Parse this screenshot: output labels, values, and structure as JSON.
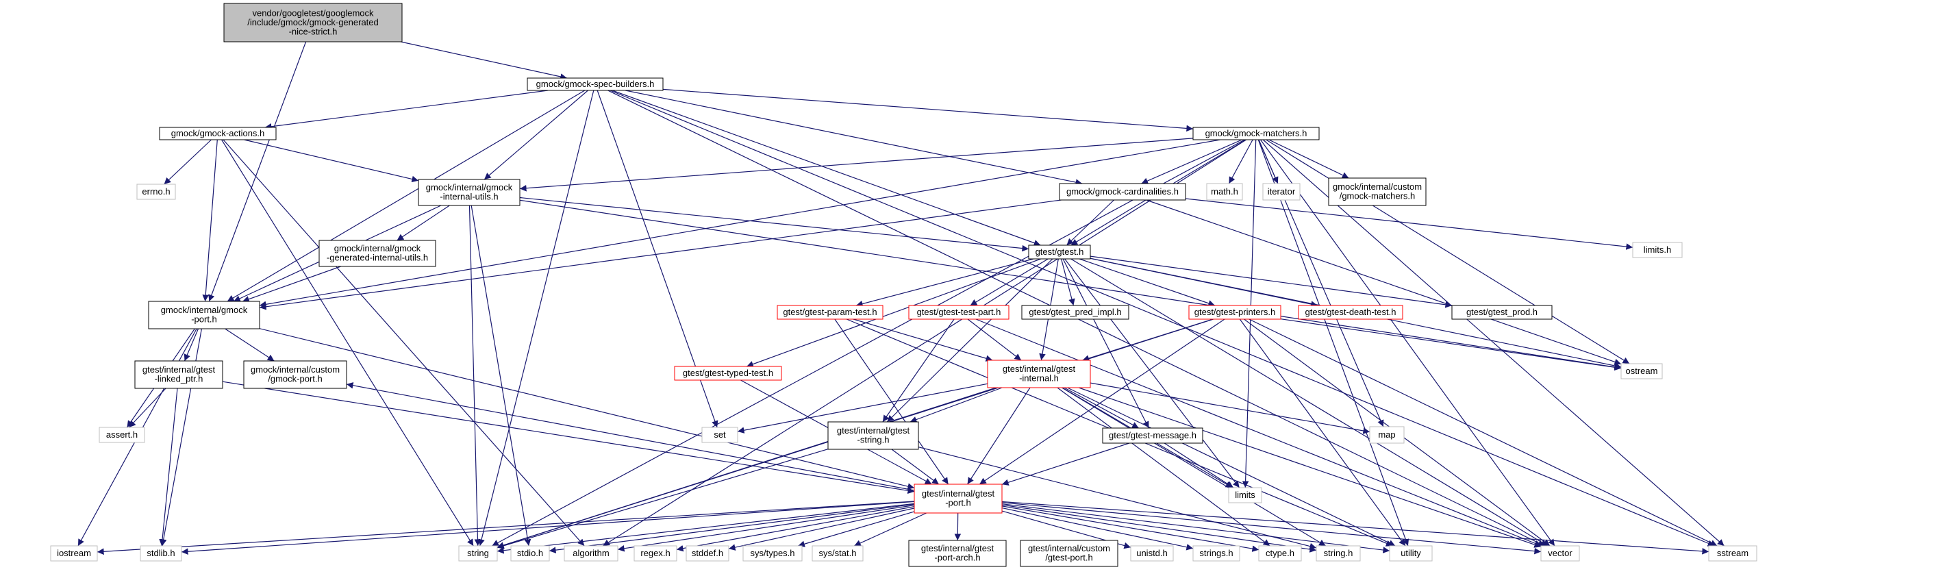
{
  "colors": {
    "edge": "#191970",
    "border_default": "#000000",
    "border_system": "#bfbfbf",
    "border_truncated": "#ff0000",
    "root_fill": "#bfbfbf",
    "fill": "#ffffff"
  },
  "nodes": [
    {
      "id": "root",
      "lines": [
        "vendor/googletest/googlemock",
        "/include/gmock/gmock-generated",
        "-nice-strict.h"
      ],
      "kind": "root"
    },
    {
      "id": "spec",
      "lines": [
        "gmock/gmock-spec-builders.h"
      ],
      "kind": "default"
    },
    {
      "id": "actions",
      "lines": [
        "gmock/gmock-actions.h"
      ],
      "kind": "default"
    },
    {
      "id": "matchers",
      "lines": [
        "gmock/gmock-matchers.h"
      ],
      "kind": "default"
    },
    {
      "id": "errno",
      "lines": [
        "errno.h"
      ],
      "kind": "system"
    },
    {
      "id": "iutils",
      "lines": [
        "gmock/internal/gmock",
        "-internal-utils.h"
      ],
      "kind": "default"
    },
    {
      "id": "card",
      "lines": [
        "gmock/gmock-cardinalities.h"
      ],
      "kind": "default"
    },
    {
      "id": "math",
      "lines": [
        "math.h"
      ],
      "kind": "system"
    },
    {
      "id": "iterator",
      "lines": [
        "iterator"
      ],
      "kind": "system"
    },
    {
      "id": "cmatchers",
      "lines": [
        "gmock/internal/custom",
        "/gmock-matchers.h"
      ],
      "kind": "default"
    },
    {
      "id": "limits_h",
      "lines": [
        "limits.h"
      ],
      "kind": "system"
    },
    {
      "id": "geniu",
      "lines": [
        "gmock/internal/gmock",
        "-generated-internal-utils.h"
      ],
      "kind": "default"
    },
    {
      "id": "gtest",
      "lines": [
        "gtest/gtest.h"
      ],
      "kind": "default"
    },
    {
      "id": "gport",
      "lines": [
        "gmock/internal/gmock",
        "-port.h"
      ],
      "kind": "default"
    },
    {
      "id": "param",
      "lines": [
        "gtest/gtest-param-test.h"
      ],
      "kind": "truncated"
    },
    {
      "id": "testpart",
      "lines": [
        "gtest/gtest-test-part.h"
      ],
      "kind": "truncated"
    },
    {
      "id": "predimpl",
      "lines": [
        "gtest/gtest_pred_impl.h"
      ],
      "kind": "default"
    },
    {
      "id": "printers",
      "lines": [
        "gtest/gtest-printers.h"
      ],
      "kind": "truncated"
    },
    {
      "id": "death",
      "lines": [
        "gtest/gtest-death-test.h"
      ],
      "kind": "truncated"
    },
    {
      "id": "prod",
      "lines": [
        "gtest/gtest_prod.h"
      ],
      "kind": "default"
    },
    {
      "id": "ostream",
      "lines": [
        "ostream"
      ],
      "kind": "system"
    },
    {
      "id": "linked",
      "lines": [
        "gtest/internal/gtest",
        "-linked_ptr.h"
      ],
      "kind": "default"
    },
    {
      "id": "cgport",
      "lines": [
        "gmock/internal/custom",
        "/gmock-port.h"
      ],
      "kind": "default"
    },
    {
      "id": "typed",
      "lines": [
        "gtest/gtest-typed-test.h"
      ],
      "kind": "truncated"
    },
    {
      "id": "ginternal",
      "lines": [
        "gtest/internal/gtest",
        "-internal.h"
      ],
      "kind": "truncated"
    },
    {
      "id": "assert",
      "lines": [
        "assert.h"
      ],
      "kind": "system"
    },
    {
      "id": "set",
      "lines": [
        "set"
      ],
      "kind": "system"
    },
    {
      "id": "gstring",
      "lines": [
        "gtest/internal/gtest",
        "-string.h"
      ],
      "kind": "default"
    },
    {
      "id": "message",
      "lines": [
        "gtest/gtest-message.h"
      ],
      "kind": "default"
    },
    {
      "id": "map",
      "lines": [
        "map"
      ],
      "kind": "system"
    },
    {
      "id": "limits",
      "lines": [
        "limits"
      ],
      "kind": "system"
    },
    {
      "id": "gtport",
      "lines": [
        "gtest/internal/gtest",
        "-port.h"
      ],
      "kind": "truncated"
    },
    {
      "id": "iostream",
      "lines": [
        "iostream"
      ],
      "kind": "system"
    },
    {
      "id": "stdlib",
      "lines": [
        "stdlib.h"
      ],
      "kind": "system"
    },
    {
      "id": "string",
      "lines": [
        "string"
      ],
      "kind": "system"
    },
    {
      "id": "stdio",
      "lines": [
        "stdio.h"
      ],
      "kind": "system"
    },
    {
      "id": "algorithm",
      "lines": [
        "algorithm"
      ],
      "kind": "system"
    },
    {
      "id": "regex",
      "lines": [
        "regex.h"
      ],
      "kind": "system"
    },
    {
      "id": "stddef",
      "lines": [
        "stddef.h"
      ],
      "kind": "system"
    },
    {
      "id": "systypes",
      "lines": [
        "sys/types.h"
      ],
      "kind": "system"
    },
    {
      "id": "sysstat",
      "lines": [
        "sys/stat.h"
      ],
      "kind": "system"
    },
    {
      "id": "portarch",
      "lines": [
        "gtest/internal/gtest",
        "-port-arch.h"
      ],
      "kind": "default"
    },
    {
      "id": "cgtport",
      "lines": [
        "gtest/internal/custom",
        "/gtest-port.h"
      ],
      "kind": "default"
    },
    {
      "id": "unistd",
      "lines": [
        "unistd.h"
      ],
      "kind": "system"
    },
    {
      "id": "strings",
      "lines": [
        "strings.h"
      ],
      "kind": "system"
    },
    {
      "id": "ctype",
      "lines": [
        "ctype.h"
      ],
      "kind": "system"
    },
    {
      "id": "string_h",
      "lines": [
        "string.h"
      ],
      "kind": "system"
    },
    {
      "id": "utility",
      "lines": [
        "utility"
      ],
      "kind": "system"
    },
    {
      "id": "vector",
      "lines": [
        "vector"
      ],
      "kind": "system"
    },
    {
      "id": "sstream",
      "lines": [
        "sstream"
      ],
      "kind": "system"
    }
  ],
  "edges": [
    [
      "root",
      "spec"
    ],
    [
      "root",
      "gport"
    ],
    [
      "spec",
      "actions"
    ],
    [
      "spec",
      "matchers"
    ],
    [
      "spec",
      "iutils"
    ],
    [
      "spec",
      "card"
    ],
    [
      "spec",
      "gtest"
    ],
    [
      "spec",
      "gport"
    ],
    [
      "spec",
      "set"
    ],
    [
      "spec",
      "string"
    ],
    [
      "spec",
      "vector"
    ],
    [
      "spec",
      "sstream"
    ],
    [
      "actions",
      "errno"
    ],
    [
      "actions",
      "iutils"
    ],
    [
      "actions",
      "gport"
    ],
    [
      "actions",
      "algorithm"
    ],
    [
      "actions",
      "string"
    ],
    [
      "matchers",
      "math"
    ],
    [
      "matchers",
      "iterator"
    ],
    [
      "matchers",
      "cmatchers"
    ],
    [
      "matchers",
      "iutils"
    ],
    [
      "matchers",
      "card"
    ],
    [
      "matchers",
      "gtest"
    ],
    [
      "matchers",
      "gport"
    ],
    [
      "matchers",
      "algorithm"
    ],
    [
      "matchers",
      "string"
    ],
    [
      "matchers",
      "ostream"
    ],
    [
      "matchers",
      "map"
    ],
    [
      "matchers",
      "limits"
    ],
    [
      "matchers",
      "utility"
    ],
    [
      "matchers",
      "vector"
    ],
    [
      "matchers",
      "sstream"
    ],
    [
      "iutils",
      "geniu"
    ],
    [
      "iutils",
      "gport"
    ],
    [
      "iutils",
      "gtest"
    ],
    [
      "iutils",
      "string"
    ],
    [
      "iutils",
      "stdio"
    ],
    [
      "iutils",
      "ostream"
    ],
    [
      "card",
      "gtest"
    ],
    [
      "card",
      "gport"
    ],
    [
      "card",
      "limits_h"
    ],
    [
      "card",
      "ostream"
    ],
    [
      "geniu",
      "gport"
    ],
    [
      "gport",
      "linked"
    ],
    [
      "gport",
      "cgport"
    ],
    [
      "gport",
      "gtport"
    ],
    [
      "gport",
      "assert"
    ],
    [
      "gport",
      "stdlib"
    ],
    [
      "gport",
      "iostream"
    ],
    [
      "linked",
      "assert"
    ],
    [
      "linked",
      "stdlib"
    ],
    [
      "linked",
      "gtport"
    ],
    [
      "gtest",
      "param"
    ],
    [
      "gtest",
      "testpart"
    ],
    [
      "gtest",
      "predimpl"
    ],
    [
      "gtest",
      "printers"
    ],
    [
      "gtest",
      "death"
    ],
    [
      "gtest",
      "prod"
    ],
    [
      "gtest",
      "typed"
    ],
    [
      "gtest",
      "ginternal"
    ],
    [
      "gtest",
      "gstring"
    ],
    [
      "gtest",
      "message"
    ],
    [
      "gtest",
      "ostream"
    ],
    [
      "gtest",
      "limits"
    ],
    [
      "gtest",
      "vector"
    ],
    [
      "param",
      "ginternal"
    ],
    [
      "param",
      "gtport"
    ],
    [
      "param",
      "utility"
    ],
    [
      "testpart",
      "ginternal"
    ],
    [
      "testpart",
      "gstring"
    ],
    [
      "testpart",
      "vector"
    ],
    [
      "printers",
      "ginternal"
    ],
    [
      "printers",
      "gtport"
    ],
    [
      "printers",
      "ostream"
    ],
    [
      "printers",
      "sstream"
    ],
    [
      "printers",
      "string"
    ],
    [
      "printers",
      "utility"
    ],
    [
      "printers",
      "vector"
    ],
    [
      "typed",
      "gtport"
    ],
    [
      "ginternal",
      "gtport"
    ],
    [
      "ginternal",
      "message"
    ],
    [
      "ginternal",
      "gstring"
    ],
    [
      "ginternal",
      "set"
    ],
    [
      "ginternal",
      "map"
    ],
    [
      "ginternal",
      "limits"
    ],
    [
      "ginternal",
      "string"
    ],
    [
      "ginternal",
      "ctype"
    ],
    [
      "ginternal",
      "string_h"
    ],
    [
      "ginternal",
      "vector"
    ],
    [
      "ginternal",
      "utility"
    ],
    [
      "gstring",
      "gtport"
    ],
    [
      "gstring",
      "string"
    ],
    [
      "gstring",
      "string_h"
    ],
    [
      "message",
      "gtport"
    ],
    [
      "message",
      "limits"
    ],
    [
      "gtport",
      "iostream"
    ],
    [
      "gtport",
      "stdlib"
    ],
    [
      "gtport",
      "string"
    ],
    [
      "gtport",
      "stdio"
    ],
    [
      "gtport",
      "algorithm"
    ],
    [
      "gtport",
      "regex"
    ],
    [
      "gtport",
      "stddef"
    ],
    [
      "gtport",
      "systypes"
    ],
    [
      "gtport",
      "sysstat"
    ],
    [
      "gtport",
      "portarch"
    ],
    [
      "gtport",
      "cgport"
    ],
    [
      "gtport",
      "unistd"
    ],
    [
      "gtport",
      "strings"
    ],
    [
      "gtport",
      "ctype"
    ],
    [
      "gtport",
      "string_h"
    ],
    [
      "gtport",
      "utility"
    ],
    [
      "gtport",
      "vector"
    ],
    [
      "gtport",
      "sstream"
    ]
  ]
}
